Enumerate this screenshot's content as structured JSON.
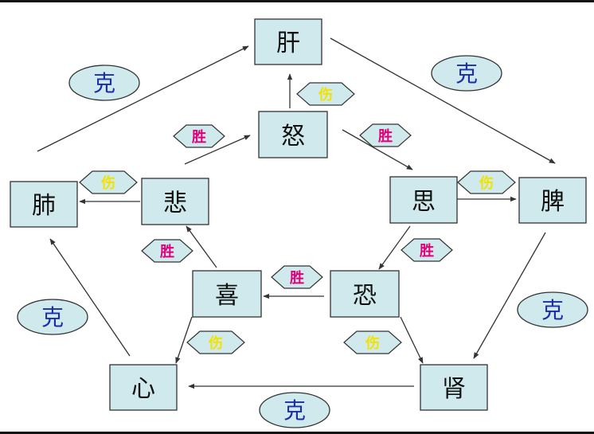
{
  "colors": {
    "box_fill": "#cfe9ec",
    "oval_fill": "#cfe9ec",
    "hex_fill": "#cfe9ec",
    "stroke": "#333333",
    "ke_text": "#1b2ea8",
    "sheng_text": "#e0007a",
    "shang_text": "#f2e200"
  },
  "organs": {
    "gan": "肝",
    "fei": "肺",
    "pi": "脾",
    "xin": "心",
    "shen": "肾"
  },
  "emotions": {
    "nu": "怒",
    "bei": "悲",
    "si": "思",
    "xi": "喜",
    "kong": "恐"
  },
  "relations": {
    "ke": "克",
    "sheng": "胜",
    "shang": "伤"
  }
}
